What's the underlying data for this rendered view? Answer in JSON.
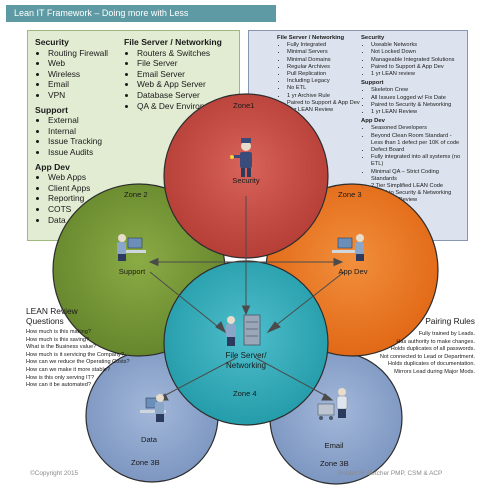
{
  "title": "Lean IT Framework – Doing more with Less",
  "green_box": {
    "col1": [
      {
        "heading": "Security",
        "items": [
          "Routing Firewall",
          "Web",
          "Wireless",
          "Email",
          "VPN"
        ]
      },
      {
        "heading": "Support",
        "items": [
          "External",
          "Internal",
          "Issue Tracking",
          "Issue Audits"
        ]
      },
      {
        "heading": "App Dev",
        "items": [
          "Web Apps",
          "Client Apps",
          "Reporting",
          "COTS",
          "Data"
        ]
      }
    ],
    "col2": [
      {
        "heading": "File Server / Networking",
        "items": [
          "Routers & Switches",
          "File Server",
          "Email Server",
          "Web & App Server",
          "Database Server",
          "QA & Dev Environments"
        ]
      }
    ]
  },
  "blue_box": {
    "col1": [
      {
        "heading": "File Server / Networking",
        "items": [
          "Fully Integrated",
          "Minimal Servers",
          "Minimal Domains",
          "Regular Archives",
          "Pull Replication",
          "Including Legacy",
          "No ETL",
          "1 yr Archive Rule",
          "Paired to Support & App Dev",
          "1 yr LEAN Review"
        ]
      }
    ],
    "col2": [
      {
        "heading": "Security",
        "items": [
          "Useable Networks",
          "Not Locked Down",
          "Manageable Integrated Solutions",
          "Paired to Support & App Dev",
          "1 yr LEAN review"
        ]
      },
      {
        "heading": "Support",
        "items": [
          "Skeleton Crew",
          "All Issues Logged w/ Fix Date",
          "Paired to Security & Networking",
          "1 yr LEAN Review"
        ]
      },
      {
        "heading": "App Dev",
        "items": [
          "Seasoned Developers",
          "Beyond Clean Room Standard - Less than 1 defect per 10K of code",
          "Defect Board",
          "Fully integrated into all systems (no ETL)",
          "Minimal QA – Strict Coding Standards",
          "2 Tier Simplified LEAN Code",
          "Paired to Security & Networking",
          "1 yr LEAN Review"
        ]
      }
    ]
  },
  "diagram": {
    "zone1": {
      "zone": "Zone1",
      "label": "Security",
      "color": "#c0473f"
    },
    "zone2": {
      "zone": "Zone 2",
      "label": "Support",
      "color": "#6f9132"
    },
    "zone3": {
      "zone": "Zone 3",
      "label": "App Dev",
      "color": "#e8721f"
    },
    "zone4": {
      "zone": "Zone 4",
      "label_line1": "File Server/",
      "label_line2": "Networking",
      "color": "#2fa7b4"
    },
    "zone3b_left": {
      "zone": "Zone 3B",
      "label": "Data",
      "color": "#8aa2c8"
    },
    "zone3b_right": {
      "zone": "Zone 3B",
      "label": "Email",
      "color": "#8aa2c8"
    }
  },
  "lean_review": {
    "heading_line1": "LEAN Review",
    "heading_line2": "Questions",
    "questions": [
      "How much is this making?",
      "How much is this saving?",
      "What is the Business value?",
      "How much is it servicing the Company?",
      "How can we reduce the Operating Costs?",
      "How can we make it more stable?",
      "How is this only serving IT?",
      "How can it be automated?"
    ]
  },
  "pairing_rules": {
    "heading": "Pairing Rules",
    "rules": [
      "Fully trained by Leads.",
      "Has authority to make changes.",
      "Holds duplicates of all passwords.",
      "Not connected to Lead or Department.",
      "Holds duplicates of documentation.",
      "Mirrors Lead during Major Mods."
    ]
  },
  "footer": {
    "copyright": "©Copyright 2015",
    "author": "Robert R. Betcher PMP, CSM & ACP"
  }
}
